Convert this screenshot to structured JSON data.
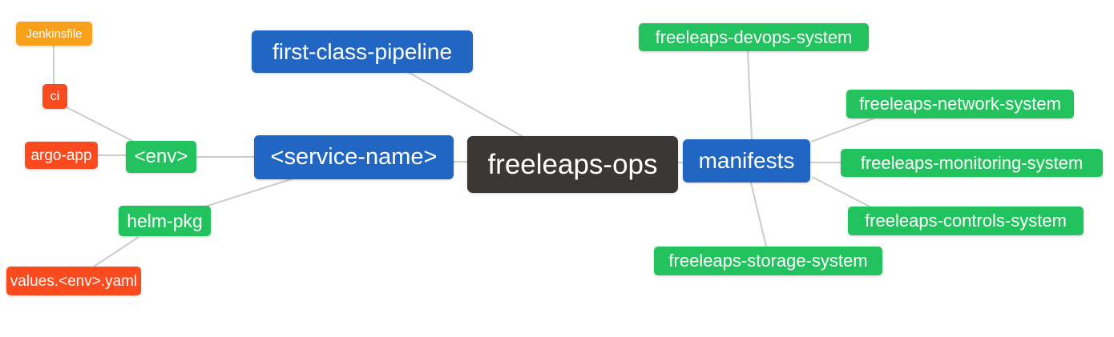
{
  "canvas": {
    "background_color": "#ffffff",
    "connector_color": "#cccccc"
  },
  "palette": {
    "root_node": "#3a3735",
    "branch_node": "#2166c2",
    "level3_node": "#22c35e",
    "level4_node": "#fb4a1e",
    "level5_node": "#f9a11b",
    "node_text": "#ffffff"
  },
  "nodes": {
    "freeleaps_ops": {
      "label": "freeleaps-ops"
    },
    "first_class_pipeline": {
      "label": "first-class-pipeline"
    },
    "service_name": {
      "label": "<service-name>"
    },
    "manifests": {
      "label": "manifests"
    },
    "env": {
      "label": "<env>"
    },
    "helm_pkg": {
      "label": "helm-pkg"
    },
    "ci": {
      "label": "ci"
    },
    "argo_app": {
      "label": "argo-app"
    },
    "jenkinsfile": {
      "label": "Jenkinsfile"
    },
    "values_env_yaml": {
      "label": "values.<env>.yaml"
    },
    "devops_system": {
      "label": "freeleaps-devops-system"
    },
    "network_system": {
      "label": "freeleaps-network-system"
    },
    "monitoring_system": {
      "label": "freeleaps-monitoring-system"
    },
    "controls_system": {
      "label": "freeleaps-controls-system"
    },
    "storage_system": {
      "label": "freeleaps-storage-system"
    }
  },
  "edges": [
    {
      "from": "jenkinsfile",
      "to": "ci"
    },
    {
      "from": "ci",
      "to": "env"
    },
    {
      "from": "argo_app",
      "to": "env"
    },
    {
      "from": "env",
      "to": "service_name"
    },
    {
      "from": "helm_pkg",
      "to": "service_name"
    },
    {
      "from": "values_env_yaml",
      "to": "helm_pkg"
    },
    {
      "from": "first_class_pipeline",
      "to": "freeleaps_ops"
    },
    {
      "from": "service_name",
      "to": "freeleaps_ops"
    },
    {
      "from": "freeleaps_ops",
      "to": "manifests"
    },
    {
      "from": "manifests",
      "to": "devops_system"
    },
    {
      "from": "manifests",
      "to": "network_system"
    },
    {
      "from": "manifests",
      "to": "monitoring_system"
    },
    {
      "from": "manifests",
      "to": "controls_system"
    },
    {
      "from": "manifests",
      "to": "storage_system"
    }
  ]
}
